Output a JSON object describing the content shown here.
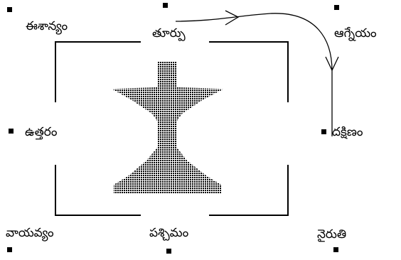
{
  "directions": {
    "northeast": "ఈశాన్యం",
    "east": "తూర్పు",
    "southeast": "ఆగ్నేయం",
    "north": "ఉత్తరం",
    "south": "దక్షిణం",
    "northwest": "వాయవ్యం",
    "west": "పశ్చిమం",
    "southwest": "నైరుతి"
  },
  "center_symbol": "lamp-icon",
  "colors": {
    "ink": "#000000",
    "background": "#ffffff"
  }
}
